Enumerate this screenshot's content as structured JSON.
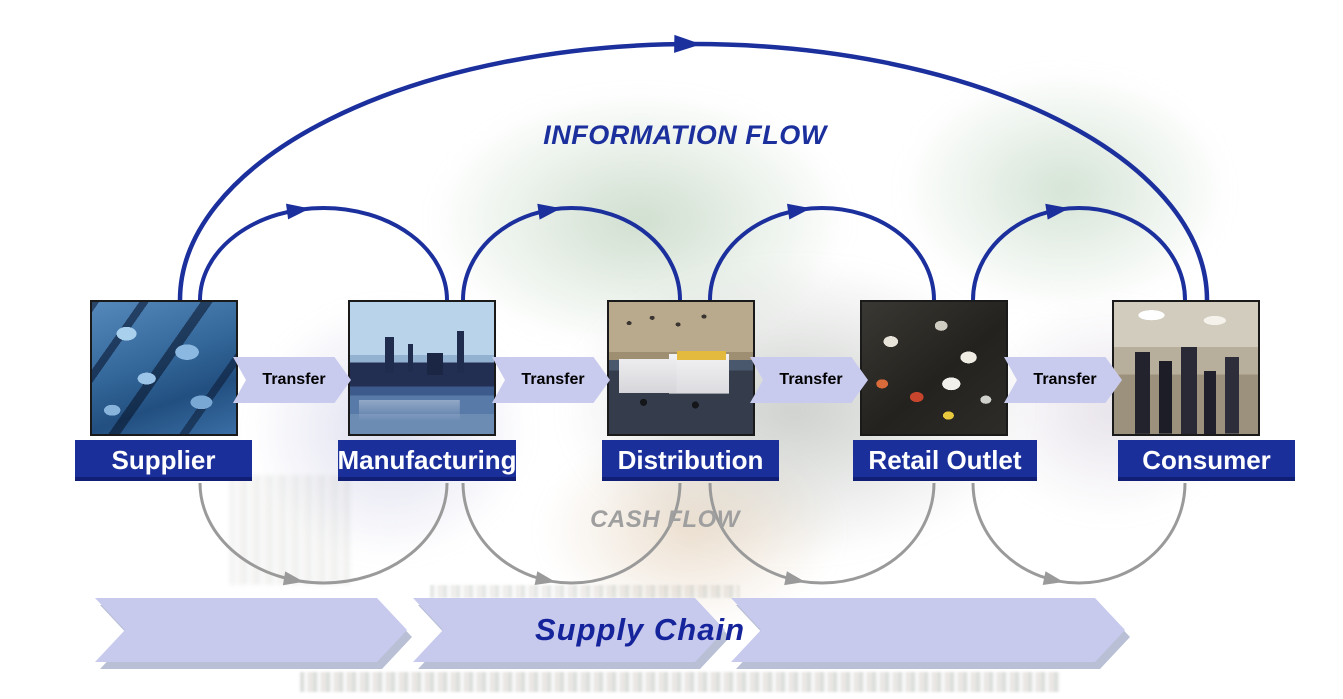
{
  "diagram_title": "Supply Chain",
  "information_flow": {
    "label": "INFORMATION FLOW"
  },
  "cash_flow": {
    "label": "CASH FLOW"
  },
  "supply_chain": {
    "label": "Supply Chain"
  },
  "transfer_label": "Transfer",
  "stages": [
    {
      "name": "Supplier",
      "photo": "blue-machined-parts"
    },
    {
      "name": "Manufacturing",
      "photo": "industrial-plant-skyline"
    },
    {
      "name": "Distribution",
      "photo": "trucks-at-loading-dock"
    },
    {
      "name": "Retail Outlet",
      "photo": "busy-store-interior"
    },
    {
      "name": "Consumer",
      "photo": "shoppers-in-mall"
    }
  ],
  "colors": {
    "primary_blue": "#1b2f9d",
    "stage_label_bg": "#1b2f9b",
    "stage_label_text": "#ffffff",
    "transfer_fill": "#c9cbee",
    "transfer_text": "#000000",
    "supply_chain_fill": "#c7c9ed",
    "supply_chain_text": "#15249b",
    "cash_gray": "#9a9a9a"
  }
}
